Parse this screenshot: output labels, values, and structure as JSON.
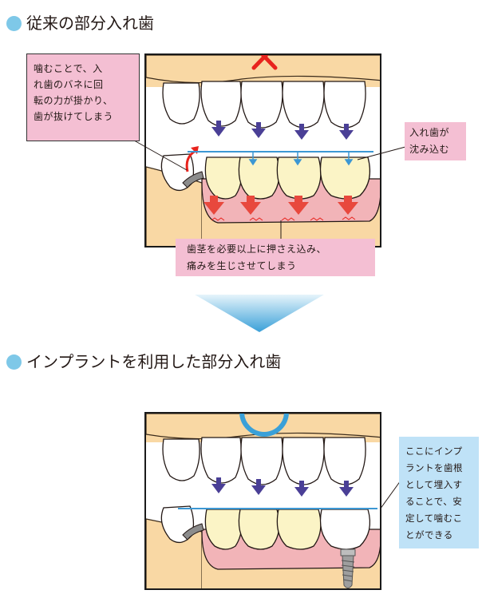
{
  "sections": [
    {
      "title": "従来の部分入れ歯",
      "verdict_symbol": "✕",
      "callouts": {
        "bite_rotation": [
          "噛むことで、入",
          "れ歯のバネに回",
          "転の力が掛かり、",
          "歯が抜けてしまう"
        ],
        "denture_sinks": [
          "入れ歯が",
          "沈み込む"
        ],
        "gum_pressure": [
          "歯茎を必要以上に押さえ込み、",
          "痛みを生じさせてしまう"
        ]
      }
    },
    {
      "title": "インプラントを利用した部分入れ歯",
      "verdict_symbol": "○",
      "callouts": {
        "implant_root": [
          "ここにインプ",
          "ラントを歯根",
          "として埋入す",
          "ることで、安",
          "定して噛むこ",
          "とができる"
        ]
      }
    }
  ],
  "colors": {
    "bullet": "#7ec8e8",
    "callout_pink": "#f4bfd3",
    "callout_blue": "#bfe2f7",
    "bone": "#f9d8a4",
    "tooth": "#fbf4c6",
    "gum": "#f2b4b8",
    "bite_arrow": "#4a3f96",
    "pressure_arrow": "#e8483d",
    "contact_line": "#3c97d3",
    "cross_mark": "#e8231d",
    "circle_mark": "#3aa0d8",
    "transition_arrow": "#53b3e4"
  }
}
